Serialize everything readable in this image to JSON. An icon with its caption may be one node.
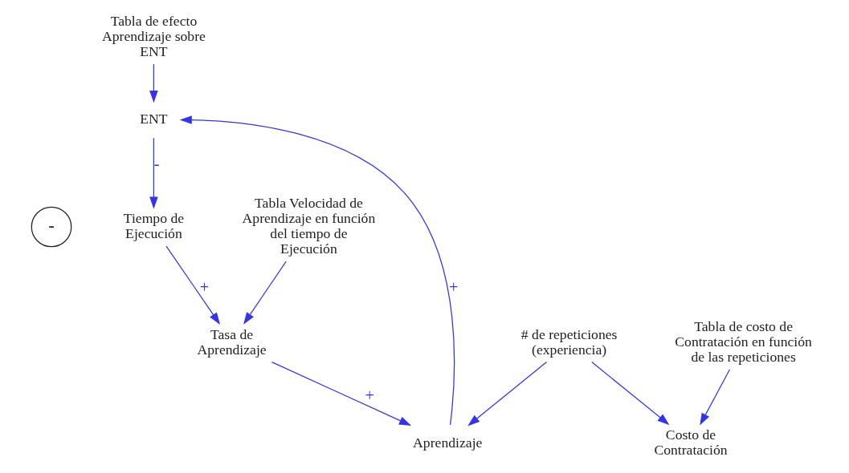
{
  "diagram": {
    "nodes": [
      {
        "text": [
          "Tabla de efecto Aprendizaje sobre ENT"
        ]
      },
      {
        "text": [
          "ENT"
        ]
      },
      {
        "text": [
          "Aprendizaje"
        ]
      },
      {
        "text": [
          "Tiempo de Ejecución"
        ]
      },
      {
        "text": [
          "# de repeticiones (experiencia)"
        ]
      },
      {
        "text": [
          "Tasa de Aprendizaje"
        ]
      },
      {
        "text": [
          "Costo de Contratación"
        ]
      },
      {
        "text": [
          "Tabla Velocidad de Aprendizaje en función del tiempo de Ejecución"
        ]
      },
      {
        "text": [
          "Tabla de costo de Contratación en función de las repeticiones"
        ]
      }
    ],
    "edges": [
      {
        "from": 0,
        "to": 1,
        "arrow": "to"
      },
      {
        "from": 1,
        "to": 3,
        "arrow": "to",
        "label": "-"
      },
      {
        "from": 3,
        "to": 5,
        "arrow": "to",
        "label": "+"
      },
      {
        "from": 5,
        "to": 2,
        "arrow": "to",
        "label": "+"
      },
      {
        "from": 2,
        "to": 1,
        "arrow": "to",
        "label": "+"
      },
      {
        "from": 4,
        "to": 2,
        "arrow": "to"
      },
      {
        "from": 4,
        "to": 6,
        "arrow": "to"
      },
      {
        "from": 8,
        "to": 6,
        "arrow": "to"
      },
      {
        "from": 7,
        "to": 5,
        "arrow": "to"
      }
    ],
    "labels": [
      "-"
    ]
  }
}
